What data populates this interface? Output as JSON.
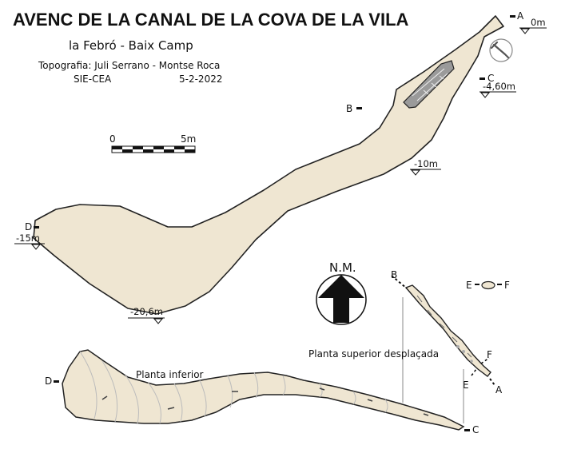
{
  "header": {
    "title": "AVENC DE LA CANAL DE LA COVA DE LA VILA",
    "location": "la Febró  -  Baix Camp",
    "credits": "Topografia: Juli Serrano - Montse Roca",
    "org": "SIE-CEA",
    "date": "5-2-2022"
  },
  "scale": {
    "zero": "0",
    "end": "5m"
  },
  "section_points": {
    "a": "A",
    "b": "B",
    "c": "C",
    "d": "D",
    "e": "E",
    "f": "F"
  },
  "depths": {
    "entrance": "0m",
    "c": "-4,60m",
    "mid": "-10m",
    "d": "-15m",
    "bottom": "-20,6m"
  },
  "north": {
    "label": "N.M."
  },
  "plan_labels": {
    "lower": "Planta inferior",
    "upper": "Planta superior desplaçada"
  },
  "colors": {
    "cave_fill": "#efe6d2",
    "outline": "#222222",
    "block": "#9a9a9a"
  }
}
